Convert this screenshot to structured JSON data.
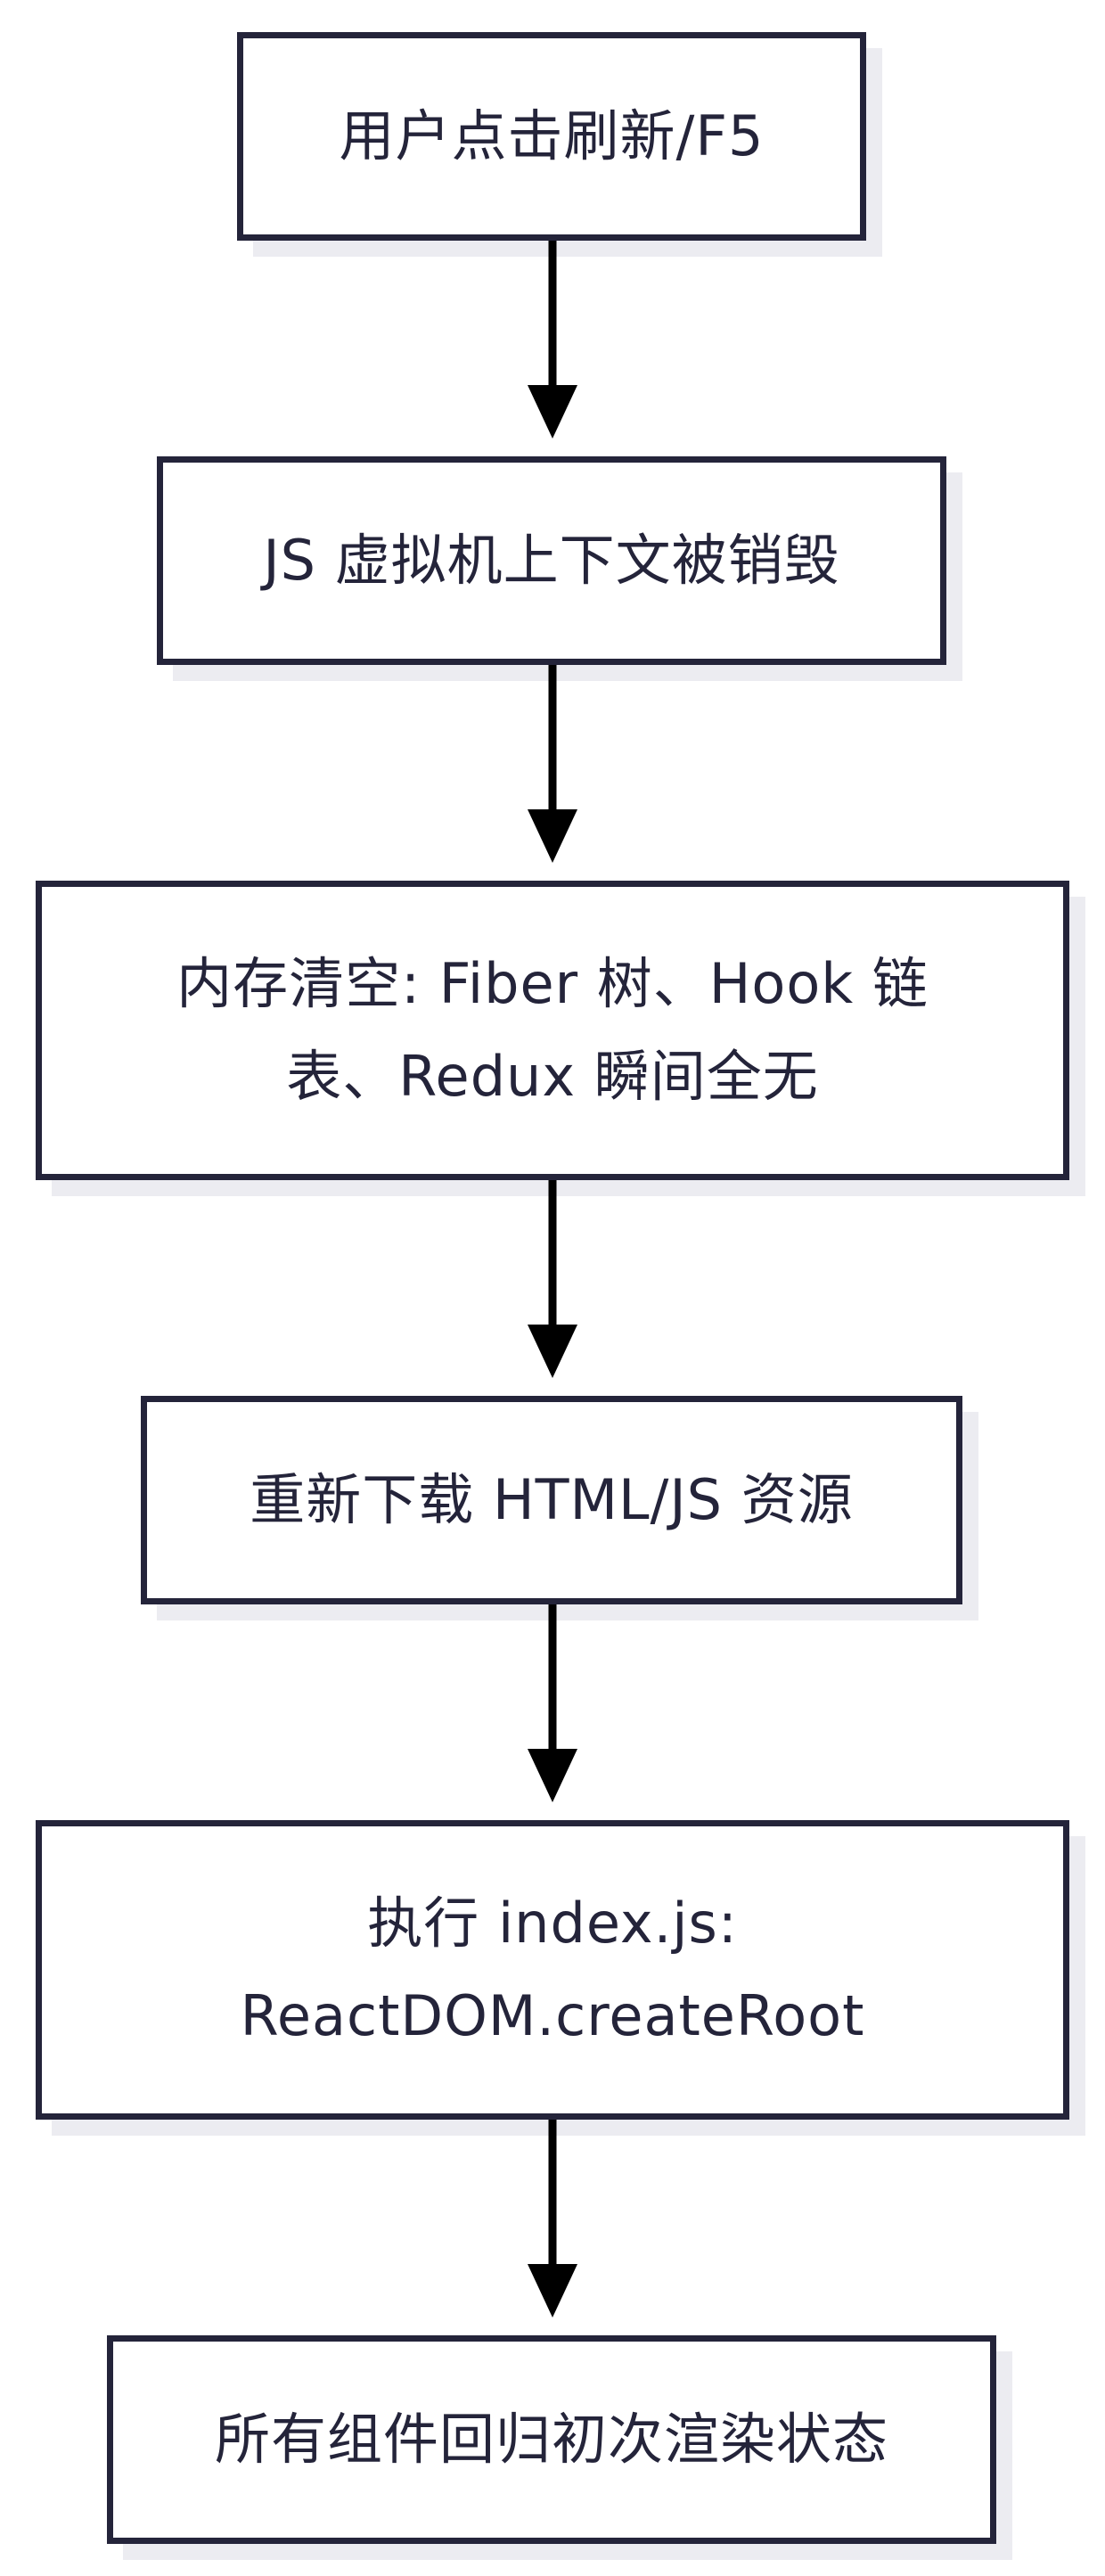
{
  "nodes": [
    {
      "label": "用户点击刷新/F5"
    },
    {
      "label": "JS 虚拟机上下文被销毁"
    },
    {
      "label": "内存清空: Fiber 树、Hook 链\n表、Redux 瞬间全无"
    },
    {
      "label": "重新下载 HTML/JS 资源"
    },
    {
      "label": "执行 index.js:\nReactDOM.createRoot"
    },
    {
      "label": "所有组件回归初次渲染状态"
    }
  ],
  "colors": {
    "stroke": "#24243a",
    "shadow": "#ececf1",
    "arrow": "#000000",
    "background": "#ffffff"
  }
}
